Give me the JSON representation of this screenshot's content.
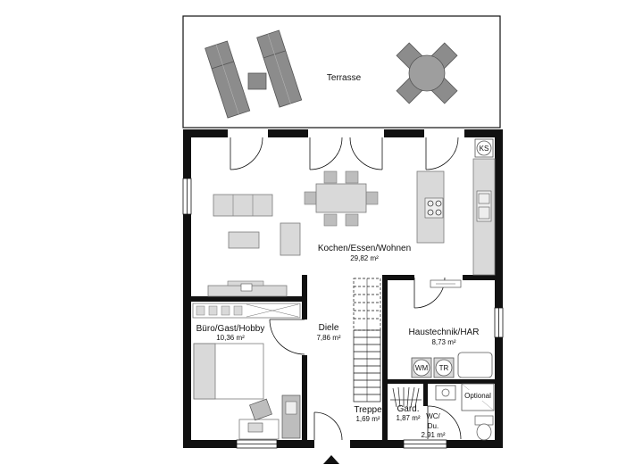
{
  "rooms": {
    "terrace": {
      "name": "Terrasse"
    },
    "living": {
      "name": "Kochen/Essen/Wohnen",
      "area": "29,82 m²"
    },
    "office": {
      "name": "Büro/Gast/Hobby",
      "area": "10,36 m²"
    },
    "hall": {
      "name": "Diele",
      "area": "7,86 m²"
    },
    "technic": {
      "name": "Haustechnik/HAR",
      "area": "8,73 m²"
    },
    "stairs": {
      "name": "Treppe",
      "area": "1,69 m²"
    },
    "wardrobe": {
      "name": "Gard.",
      "area": "1,87 m²"
    },
    "wc": {
      "name": "WC/",
      "name2": "Du.",
      "area": "2,91 m²"
    }
  },
  "fixtures": {
    "ks_label": "KS",
    "wm_label": "WM",
    "tr_label": "TR",
    "optional_label": "Optional"
  },
  "colors": {
    "wall": "#111111",
    "furniture_fill": "#d9d9d9",
    "furniture_stroke": "#7a7a7a",
    "terrace_furniture": "#8c8c8c"
  }
}
